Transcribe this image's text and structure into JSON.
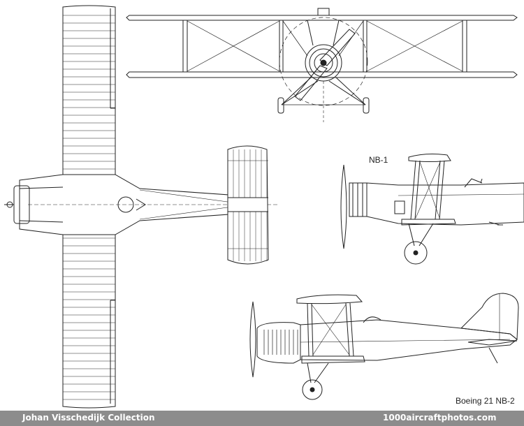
{
  "labels": {
    "variant_nb1": "NB-1",
    "variant_caption": "Boeing 21 NB-2"
  },
  "footer": {
    "left_credit": "Johan Visschedijk Collection",
    "right_site": "1000aircraftphotos.com"
  },
  "colors": {
    "line": "#222222",
    "footer_bg": "#8c8c8c",
    "footer_text": "#ffffff"
  }
}
